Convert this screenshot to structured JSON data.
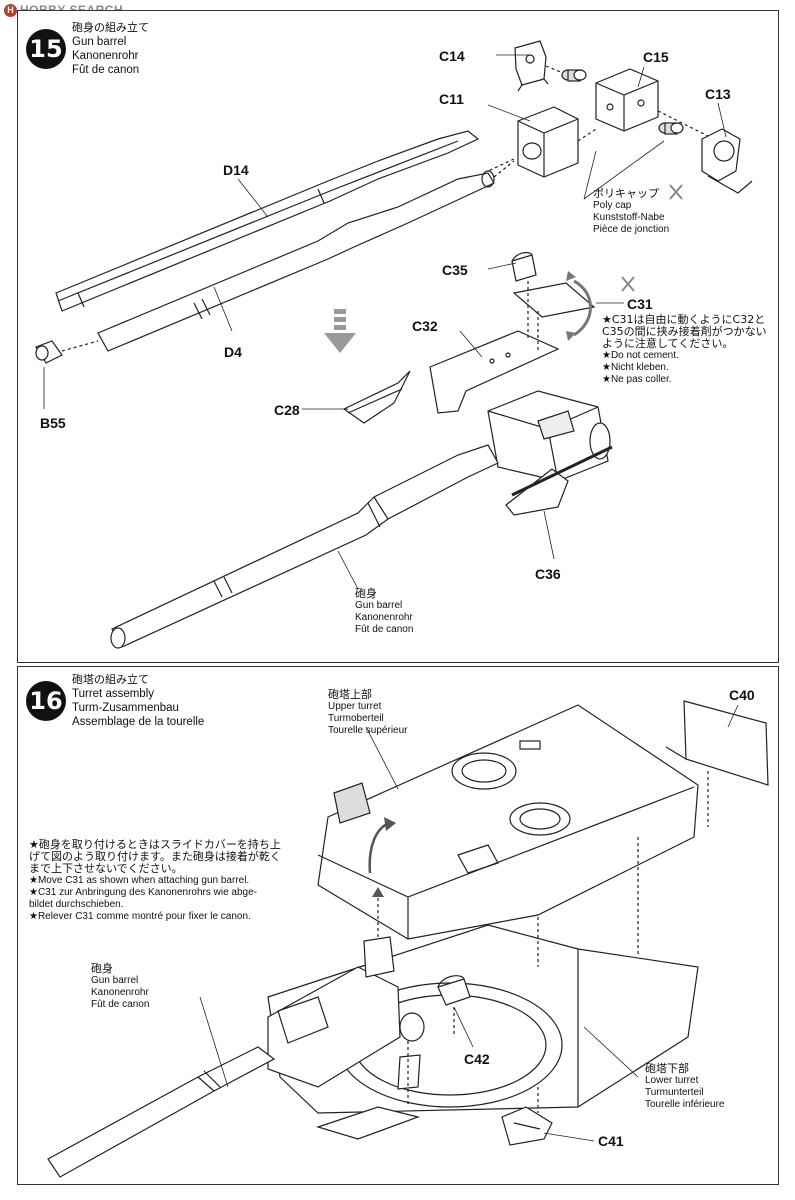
{
  "watermark": {
    "logo": "H",
    "text": "HOBBY SEARCH"
  },
  "step15": {
    "number": "15",
    "title_jp": "砲身の組み立て",
    "title_en": "Gun barrel",
    "title_de": "Kanonenrohr",
    "title_fr": "Fût de canon",
    "parts": {
      "c14": "C14",
      "c15": "C15",
      "c11": "C11",
      "c13": "C13",
      "d14": "D14",
      "d4": "D4",
      "b55": "B55",
      "c35": "C35",
      "c31": "C31",
      "c32": "C32",
      "c28": "C28",
      "c36": "C36"
    },
    "polycap": {
      "jp": "ポリキャップ",
      "en": "Poly cap",
      "de": "Kunststoff-Nabe",
      "fr": "Pièce de jonction"
    },
    "note": {
      "jp1": "★C31は自由に動くようにC32と",
      "jp2": "C35の間に挟み接着剤がつかない",
      "jp3": "ように注意してください。",
      "en": "★Do not cement.",
      "de": "★Nicht kleben.",
      "fr": "★Ne pas coller."
    },
    "barrel_label": {
      "jp": "砲身",
      "en": "Gun barrel",
      "de": "Kanonenrohr",
      "fr": "Fût de canon"
    }
  },
  "step16": {
    "number": "16",
    "title_jp": "砲塔の組み立て",
    "title_en": "Turret assembly",
    "title_de": "Turm-Zusammenbau",
    "title_fr": "Assemblage de la tourelle",
    "upper_turret": {
      "jp": "砲塔上部",
      "en": "Upper turret",
      "de": "Turmoberteil",
      "fr": "Tourelle supérieur"
    },
    "parts": {
      "c40": "C40",
      "c42": "C42",
      "c41": "C41"
    },
    "note": {
      "jp1": "★砲身を取り付けるときはスライドカバーを持ち上",
      "jp2": "げて図のよう取り付けます。また砲身は接着が乾く",
      "jp3": "まで上下させないでください。",
      "en": "★Move C31 as shown when attaching gun barrel.",
      "de1": "★C31 zur Anbringung des Kanonenrohrs wie abge-",
      "de2": "bildet durchschieben.",
      "fr": "★Relever C31 comme montré pour fixer le canon."
    },
    "barrel_label": {
      "jp": "砲身",
      "en": "Gun barrel",
      "de": "Kanonenrohr",
      "fr": "Fût de canon"
    },
    "lower_turret": {
      "jp": "砲塔下部",
      "en": "Lower turret",
      "de": "Turmunterteil",
      "fr": "Tourelle inférieure"
    }
  }
}
